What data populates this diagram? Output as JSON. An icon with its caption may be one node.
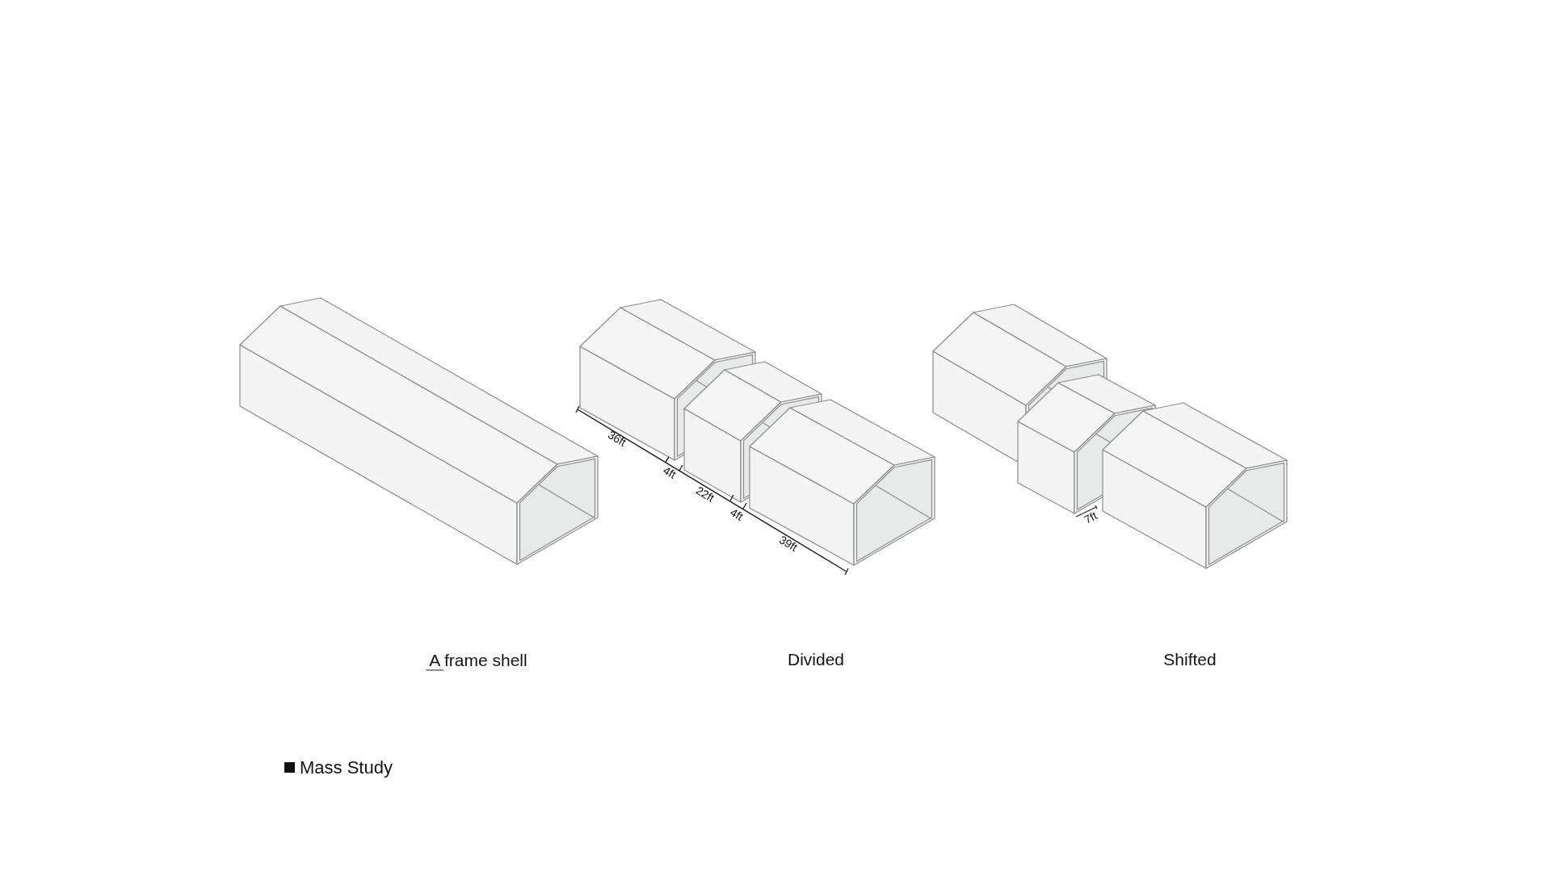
{
  "diagram": {
    "title": "Mass Study",
    "labels": [
      "36ft",
      "4ft",
      "22ft",
      "4ft",
      "39ft",
      "7ft",
      "A frame shell",
      "Divided",
      "Shifted"
    ]
  }
}
